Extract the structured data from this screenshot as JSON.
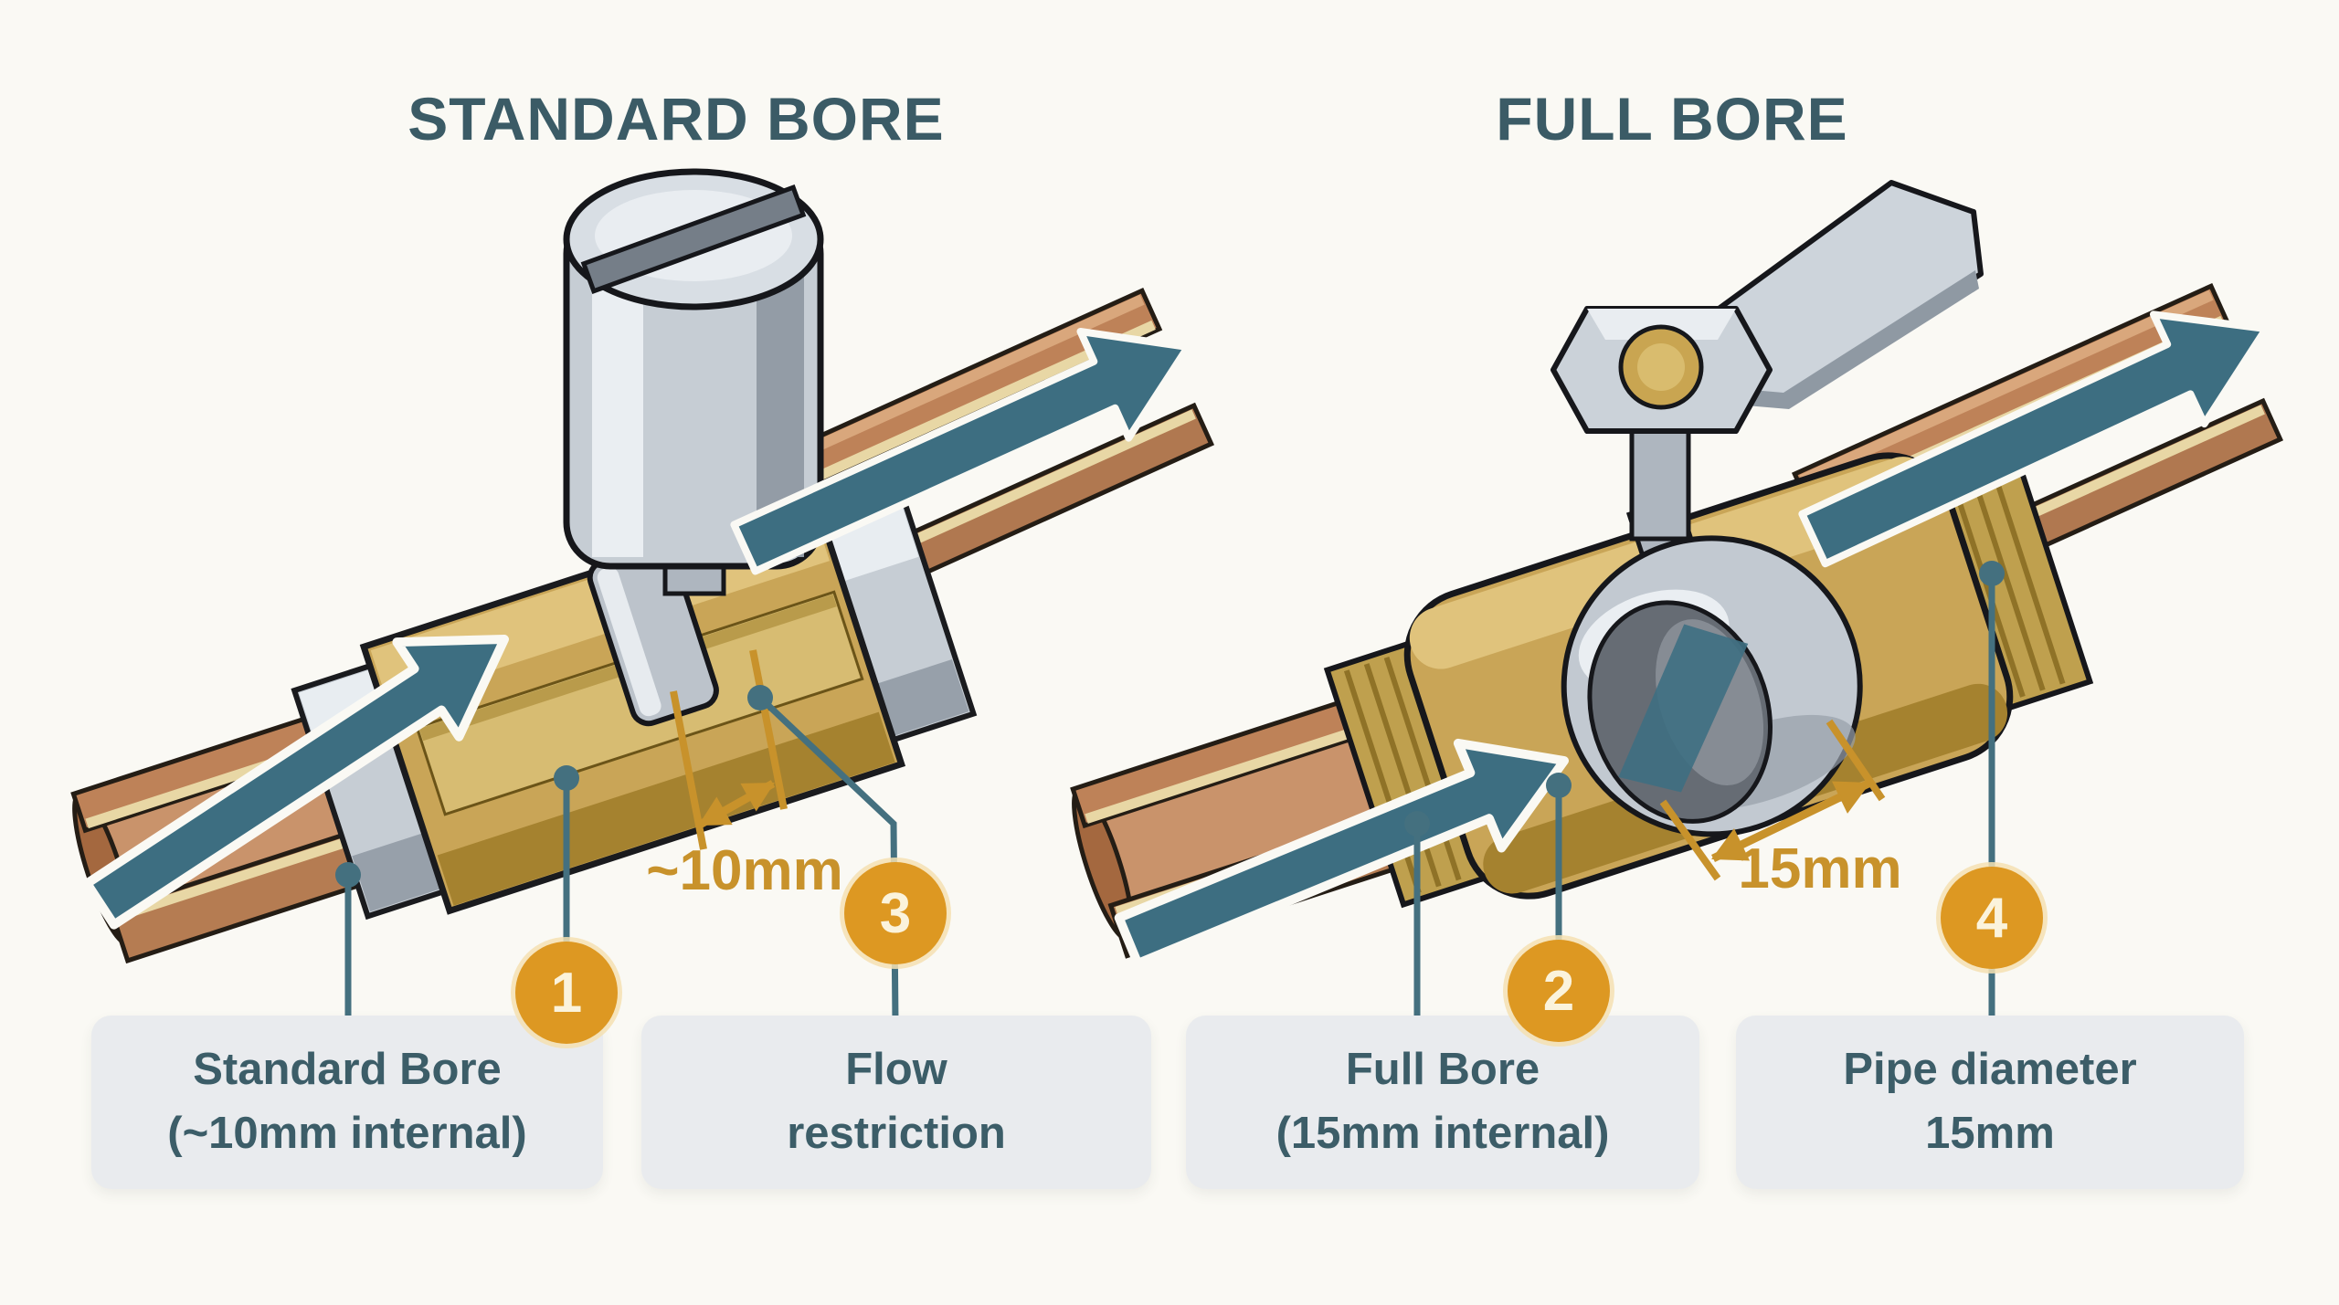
{
  "panels": {
    "standard_bore": {
      "title": "STANDARD BORE",
      "dimension_label": "~10mm",
      "callouts": {
        "bore": {
          "number": "1",
          "label_line1": "Standard Bore",
          "label_line2": "(~10mm internal)"
        },
        "restriction": {
          "number": "3",
          "label_line1": "Flow",
          "label_line2": "restriction"
        }
      }
    },
    "full_bore": {
      "title": "FULL BORE",
      "dimension_label": "15mm",
      "callouts": {
        "bore": {
          "number": "2",
          "label_line1": "Full Bore",
          "label_line2": "(15mm internal)"
        },
        "pipe": {
          "number": "4",
          "label_line1": "Pipe diameter",
          "label_line2": "15mm"
        }
      }
    }
  },
  "colors": {
    "background": "#FAF9F4",
    "title_text": "#3B5B66",
    "label_text": "#3C5D68",
    "label_box_bg": "#E9EBEE",
    "flow_arrow_teal": "#3D6E81",
    "leader_line_teal": "#44707F",
    "badge_orange": "#DD9822",
    "badge_text": "#FBF3DC",
    "dimension_gold": "#C8922B",
    "copper_pipe": "#BE8258",
    "brass_body": "#C9A557",
    "chrome_metal": "#C6CDD4"
  }
}
